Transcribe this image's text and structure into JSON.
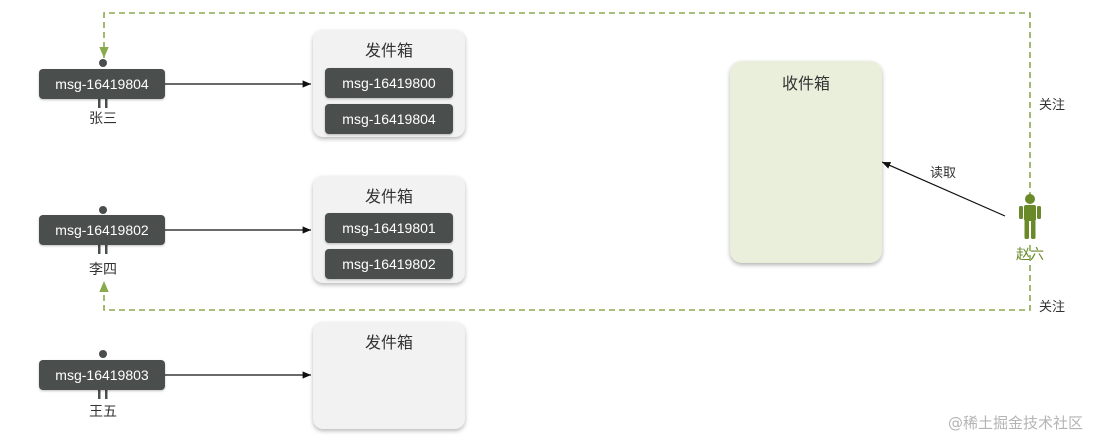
{
  "users": [
    {
      "name": "张三",
      "latest_msg": "msg-16419804"
    },
    {
      "name": "李四",
      "latest_msg": "msg-16419802"
    },
    {
      "name": "王五",
      "latest_msg": "msg-16419803"
    }
  ],
  "outboxes": [
    {
      "title": "发件箱",
      "messages": [
        "msg-16419800",
        "msg-16419804"
      ]
    },
    {
      "title": "发件箱",
      "messages": [
        "msg-16419801",
        "msg-16419802"
      ]
    },
    {
      "title": "发件箱",
      "messages": []
    }
  ],
  "inbox": {
    "title": "收件箱"
  },
  "reader": {
    "name": "赵六",
    "read_label": "读取"
  },
  "follow_labels": [
    "关注",
    "关注"
  ],
  "watermark": "@稀土掘金技术社区",
  "colors": {
    "follow_line": "#8aaa4e",
    "reader_figure": "#6a8a2a",
    "inbox_fill": "#eaefdc",
    "tag_fill": "#4a4e4d"
  }
}
